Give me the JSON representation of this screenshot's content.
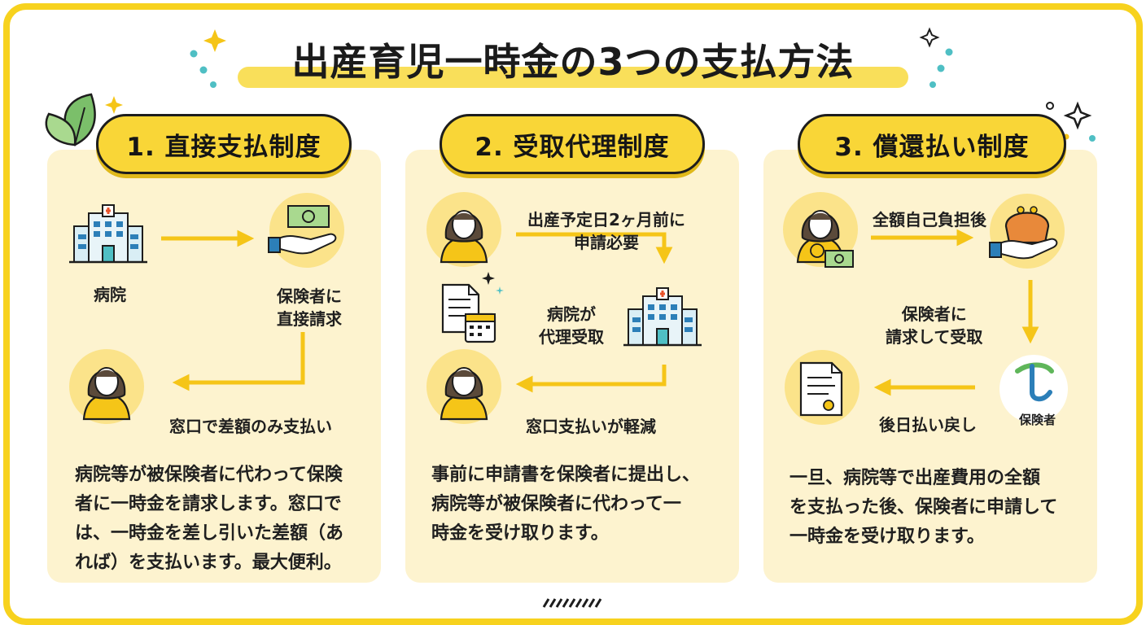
{
  "title": "出産育児一時金の3つの支払方法",
  "methods": [
    {
      "heading": "1. 直接支払制度",
      "labels": {
        "hospital": "病院",
        "insurer": "保険者に\n直接請求",
        "window": "窓口で差額のみ支払い"
      },
      "description": "病院等が被保険者に代わって保険\n者に一時金を請求します。窓口で\nは、一時金を差し引いた差額（あ\nれば）を支払います。最大便利。"
    },
    {
      "heading": "2. 受取代理制度",
      "labels": {
        "apply": "出産予定日2ヶ月前に\n申請必要",
        "proxy": "病院が\n代理受取",
        "window": "窓口支払いが軽減"
      },
      "description": "事前に申請書を保険者に提出し、\n病院等が被保険者に代わって一\n時金を受け取ります。"
    },
    {
      "heading": "3. 償還払い制度",
      "labels": {
        "selfpay": "全額自己負担後",
        "claim": "保険者に\n請求して受取",
        "refund": "後日払い戻し",
        "badge": "保険者"
      },
      "description": "一旦、病院等で出産費用の全額\nを支払った後、保険者に申請して\n一時金を受け取ります。"
    }
  ],
  "colors": {
    "accent": "#f7d21e",
    "panel": "#fdf3cf",
    "circle": "#fbe38a",
    "teal": "#4fbfc4",
    "blue": "#2c7fb8",
    "leaf": "#7bbf6a"
  },
  "icons": [
    "hospital-icon",
    "money-hand-icon",
    "woman-icon",
    "document-calendar-icon",
    "wallet-hand-icon",
    "insurer-logo-icon",
    "certificate-icon",
    "sparkle-icon",
    "leaf-icon"
  ]
}
